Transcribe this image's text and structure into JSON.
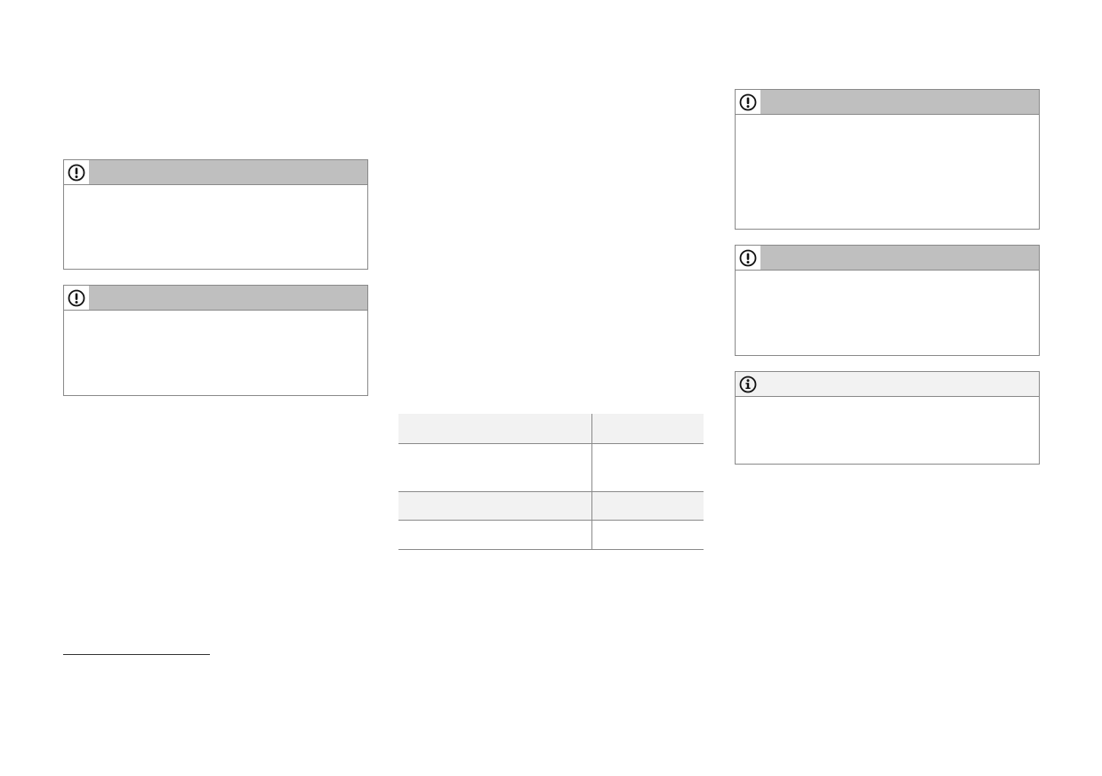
{
  "colors": {
    "caution_header": "#bfbfbf",
    "note_header": "#f2f2f2",
    "border": "#8a8a8a",
    "table_shaded_row": "#f2f2f2"
  },
  "notices": [
    {
      "type": "caution",
      "icon": "exclamation-circle-icon",
      "text": ""
    },
    {
      "type": "caution",
      "icon": "exclamation-circle-icon",
      "text": ""
    },
    {
      "type": "caution",
      "icon": "exclamation-circle-icon",
      "text": ""
    },
    {
      "type": "caution",
      "icon": "exclamation-circle-icon",
      "text": ""
    },
    {
      "type": "note",
      "icon": "info-circle-icon",
      "text": ""
    }
  ],
  "table": {
    "header": [
      "",
      ""
    ],
    "rows": [
      [
        "",
        ""
      ],
      [
        "",
        ""
      ],
      [
        "",
        ""
      ]
    ]
  }
}
